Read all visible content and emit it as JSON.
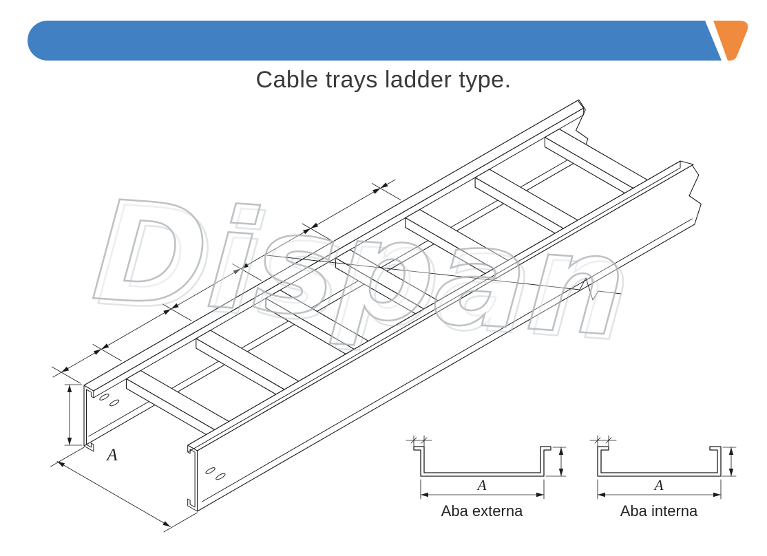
{
  "header": {
    "blue": "#4180c2",
    "orange": "#f08a3d"
  },
  "title": "Cable trays ladder type.",
  "watermark": "Dispan",
  "drawing": {
    "width_label": "A"
  },
  "sections": [
    {
      "name": "Aba externa",
      "dim_label": "A"
    },
    {
      "name": "Aba interna",
      "dim_label": "A"
    }
  ]
}
